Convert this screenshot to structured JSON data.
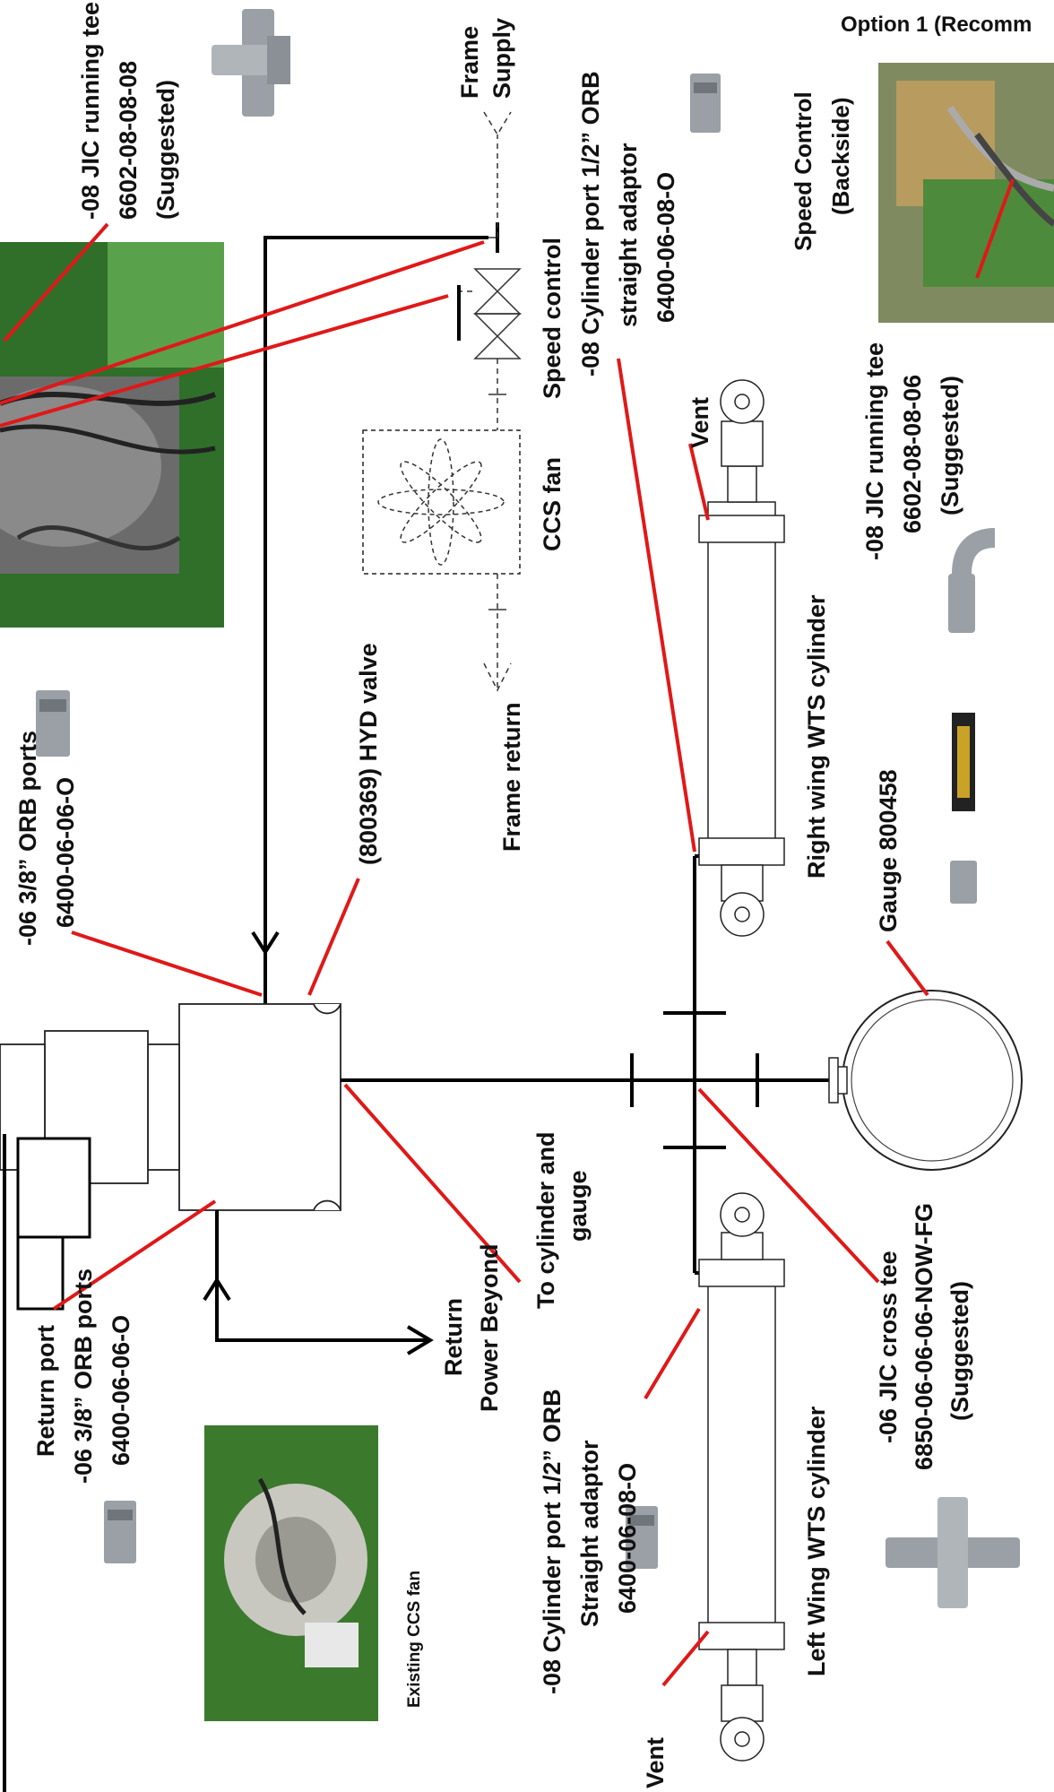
{
  "labels": {
    "option1": "Option 1 (Recomm",
    "frame_supply_1": "Frame",
    "frame_supply_2": "Supply",
    "jic_tee_top_1": "-08 JIC running tee",
    "jic_tee_top_2": "6602-08-08-08",
    "jic_tee_top_3": "(Suggested)",
    "cyl_port_top_1": "-08 Cylinder port 1/2” ORB",
    "cyl_port_top_2": "straight adaptor",
    "cyl_port_top_3": "6400-06-08-O",
    "speed_ctrl_back_1": "Speed Control",
    "speed_ctrl_back_2": "(Backside)",
    "speed_control": "Speed control",
    "ccs_fan": "CCS fan",
    "frame_return": "Frame return",
    "hyd_valve": "(800369) HYD valve",
    "orb_top_1": "-06 3/8” ORB ports",
    "orb_top_2": "6400-06-06-O",
    "vent_top": "Vent",
    "right_cyl": "Right wing WTS cylinder",
    "jic_tee_right_1": "-08 JIC running tee",
    "jic_tee_right_2": "6602-08-08-06",
    "jic_tee_right_3": "(Suggested)",
    "gauge": "Gauge 800458",
    "to_cyl_1": "To cylinder and",
    "to_cyl_2": "gauge",
    "return_pb_1": "Return",
    "return_pb_2": "Power Beyond",
    "return_port_1": "Return port",
    "return_port_2": "-06 3/8” ORB ports",
    "return_port_3": "6400-06-06-O",
    "cyl_port_bot_1": "-08 Cylinder port  1/2” ORB",
    "cyl_port_bot_2": "Straight adaptor",
    "cyl_port_bot_3": "6400-06-08-O",
    "left_cyl": "Left Wing WTS cylinder",
    "cross_tee_1": "-06 JIC cross tee",
    "cross_tee_2": "6850-06-06-06-NOW-FG",
    "cross_tee_3": "(Suggested)",
    "existing_ccs": "Existing CCS fan",
    "vent_bottom": "Vent"
  },
  "colors": {
    "arrow": "#e01818",
    "pipe": "#000000",
    "photo_green": "#3f8f3a"
  }
}
